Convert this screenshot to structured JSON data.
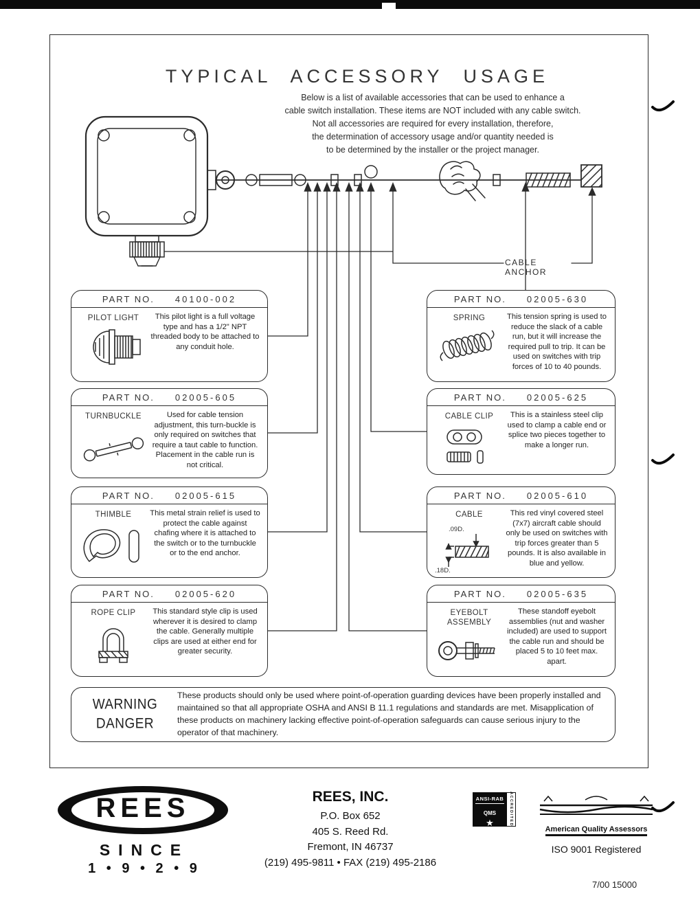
{
  "title": "TYPICAL ACCESSORY USAGE",
  "intro": [
    "Below is a list of available accessories that can be used to enhance a",
    "cable switch installation.  These items are NOT included with any cable switch.",
    "Not all accessories are required for every installation, therefore,",
    "the determination of accessory usage and/or quantity needed is",
    "to be determined by the installer or the project manager."
  ],
  "diagram": {
    "cable_anchor_label": "CABLE ANCHOR"
  },
  "part_header_label": "PART NO.",
  "parts": [
    {
      "part_no": "40100-002",
      "name": "PILOT LIGHT",
      "desc": "This pilot light is a full voltage type and has a 1/2\" NPT threaded body to be attached to any conduit hole."
    },
    {
      "part_no": "02005-605",
      "name": "TURNBUCKLE",
      "desc": "Used for cable tension adjustment, this turn-buckle is only required on switches that require a taut cable to function. Placement in the cable run is not critical."
    },
    {
      "part_no": "02005-615",
      "name": "THIMBLE",
      "desc": "This metal strain relief is used to protect the cable against chafing where it is attached to the switch or to the turnbuckle or to the end anchor."
    },
    {
      "part_no": "02005-620",
      "name": "ROPE CLIP",
      "desc": "This standard style clip is used wherever it is desired to clamp the cable. Generally multiple clips are used at either end for greater security."
    },
    {
      "part_no": "02005-630",
      "name": "SPRING",
      "desc": "This tension spring is used to reduce the slack of a cable run, but it will increase the required pull to trip. It can be used on switches with trip forces of 10 to 40 pounds."
    },
    {
      "part_no": "02005-625",
      "name": "CABLE CLIP",
      "desc": "This is a stainless steel clip used to clamp a cable end or splice two pieces together to make a longer run."
    },
    {
      "part_no": "02005-610",
      "name": "CABLE",
      "desc": "This red vinyl covered steel (7x7) aircraft cable should only be used on switches with trip forces greater than 5 pounds. It is also available in blue and yellow.",
      "dim_top": ".09D.",
      "dim_bottom": ".18D."
    },
    {
      "part_no": "02005-635",
      "name": "EYEBOLT ASSEMBLY",
      "desc": "These standoff eyebolt assemblies (nut and washer included) are used to support the cable run and should be placed 5 to 10 feet max. apart."
    }
  ],
  "warning": {
    "label1": "WARNING",
    "label2": "DANGER",
    "text": "These products should only be used where point-of-operation guarding devices have been properly installed and maintained so that all appropriate OSHA and ANSI B 11.1 regulations and standards are met.  Misapplication of these products on machinery lacking effective point-of-operation safeguards can cause serious injury to the operator of that machinery."
  },
  "footer": {
    "logo": "REES",
    "since": "SINCE",
    "years": "1 • 9 • 2 • 9",
    "company": "REES, INC.",
    "address1": "P.O. Box 652",
    "address2": "405 S. Reed Rd.",
    "address3": "Fremont, IN 46737",
    "phone": "(219) 495-9811 • FAX (219) 495-2186",
    "registrar_line1": "ANSI-RAB",
    "registrar_line2": "QMS",
    "registrar_star": "★",
    "registrar_strip": "ACCREDITED",
    "aqa": "American Quality Assessors",
    "iso": "ISO 9001 Registered",
    "code": "7/00 15000"
  }
}
